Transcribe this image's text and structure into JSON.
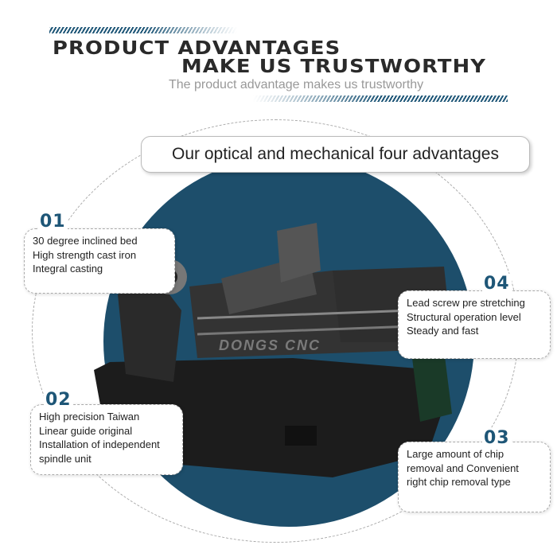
{
  "header": {
    "title_line1": "PRODUCT ADVANTAGES",
    "title_line2": "MAKE US TRUSTWORTHY",
    "subtitle": "The product advantage makes us trustworthy"
  },
  "banner": "Our optical and mechanical four advantages",
  "watermark": "DONGS CNC",
  "advantages": [
    {
      "number": "01",
      "lines": [
        "30 degree inclined bed",
        "High strength cast iron",
        "Integral casting"
      ]
    },
    {
      "number": "02",
      "lines": [
        "High precision Taiwan",
        "Linear guide original",
        "Installation of independent",
        "spindle unit"
      ]
    },
    {
      "number": "03",
      "lines": [
        "Large amount of chip",
        "removal and Convenient",
        "right chip removal type"
      ]
    },
    {
      "number": "04",
      "lines": [
        "Lead screw pre stretching",
        "Structural operation level",
        "Steady and fast"
      ]
    }
  ],
  "colors": {
    "accent": "#1e5677",
    "circle": "#1d4e6b",
    "title": "#2a2a2a"
  }
}
